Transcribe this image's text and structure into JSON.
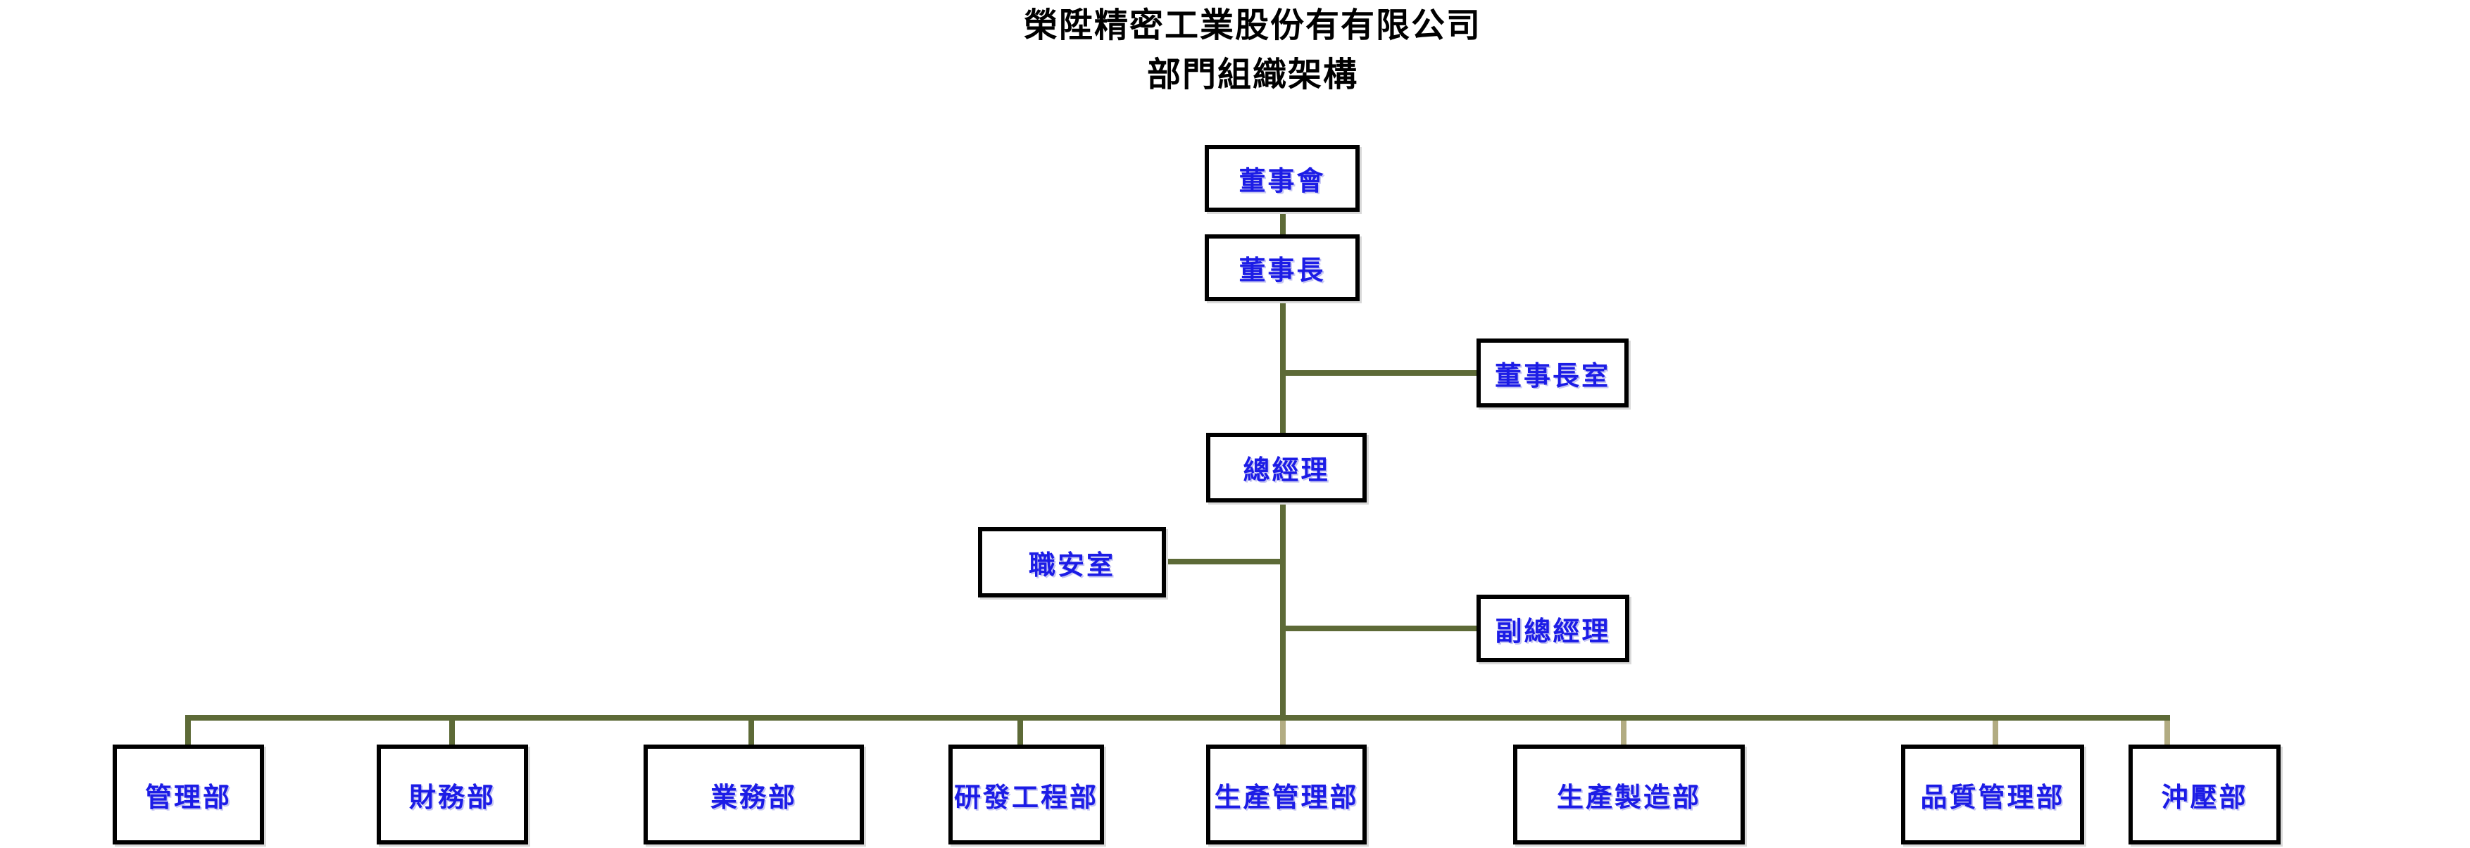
{
  "title": {
    "line1": "榮陞精密工業股份有有限公司",
    "line2": "部門組織架構"
  },
  "nodes": {
    "board": "董事會",
    "chairman": "董事長",
    "chairman_office": "董事長室",
    "general_manager": "總經理",
    "safety_office": "職安室",
    "deputy_general_manager": "副總經理"
  },
  "departments": [
    "管理部",
    "財務部",
    "業務部",
    "研發工程部",
    "生產管理部",
    "生產製造部",
    "品質管理部",
    "沖壓部"
  ],
  "colors": {
    "connector_dark_olive": "#5d6a37",
    "connector_light_khaki": "#b2ac82",
    "box_text_blue": "#1c1ce6",
    "box_border_black": "#000000",
    "title_black": "#000000",
    "background_white": "#ffffff"
  }
}
